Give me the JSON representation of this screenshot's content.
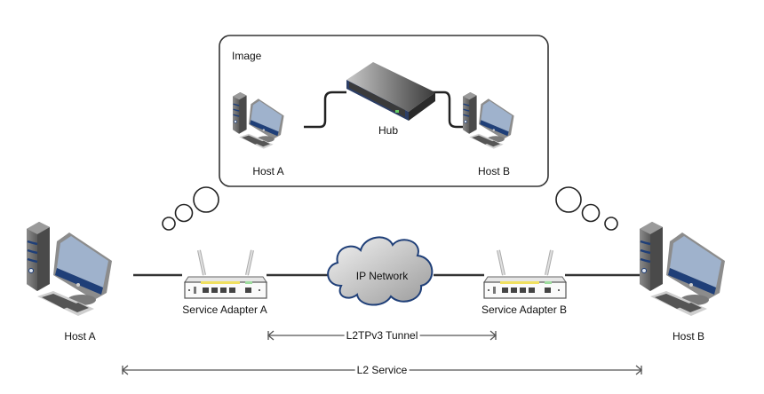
{
  "image_box": {
    "title": "Image",
    "hub_label": "Hub",
    "host_a_label": "Host A",
    "host_b_label": "Host B"
  },
  "main": {
    "host_a_label": "Host A",
    "host_b_label": "Host B",
    "adapter_a_label": "Service Adapter A",
    "adapter_b_label": "Service Adapter B",
    "cloud_label": "IP Network",
    "tunnel_label": "L2TPv3 Tunnel",
    "service_label": "L2 Service"
  },
  "icons": [
    "desktop-computer-icon",
    "hub-switch-icon",
    "router-icon",
    "cloud-icon",
    "thought-bubble-icon"
  ],
  "colors": {
    "accent_blue": "#1f3f78",
    "screen": "#9fb2cc",
    "device_gray": "#6b6b6b",
    "yellow_ports": "#f0e060"
  }
}
